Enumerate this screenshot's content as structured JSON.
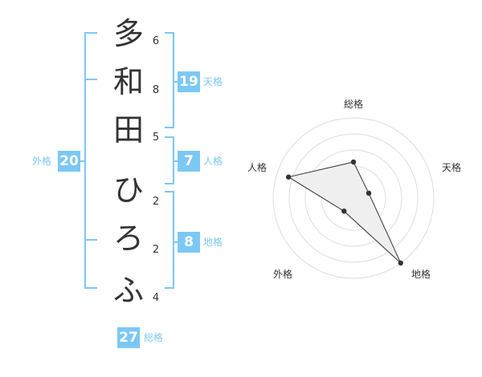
{
  "name": {
    "characters": [
      {
        "char": "多",
        "strokes": "6"
      },
      {
        "char": "和",
        "strokes": "8"
      },
      {
        "char": "田",
        "strokes": "5"
      },
      {
        "char": "ひ",
        "strokes": "2"
      },
      {
        "char": "ろ",
        "strokes": "2"
      },
      {
        "char": "ふ",
        "strokes": "4"
      }
    ]
  },
  "fortune": {
    "tenkaku": {
      "label": "天格",
      "value": "19"
    },
    "jinkaku": {
      "label": "人格",
      "value": "7"
    },
    "chikaku": {
      "label": "地格",
      "value": "8"
    },
    "gaikaku": {
      "label": "外格",
      "value": "20"
    },
    "soukaku": {
      "label": "総格",
      "value": "27"
    }
  },
  "colors": {
    "accent": "#7cc8f4",
    "text": "#333333",
    "radar_fill": "#efefef",
    "ring": "#dddddd"
  },
  "radar": {
    "labels": {
      "top": "総格",
      "right": "天格",
      "bottom_right": "地格",
      "bottom_left": "外格",
      "left": "人格"
    },
    "values": {
      "soukaku": 0.45,
      "tenkaku": 0.2,
      "chikaku": 1.0,
      "gaikaku": 0.2,
      "jinkaku": 0.85
    }
  }
}
